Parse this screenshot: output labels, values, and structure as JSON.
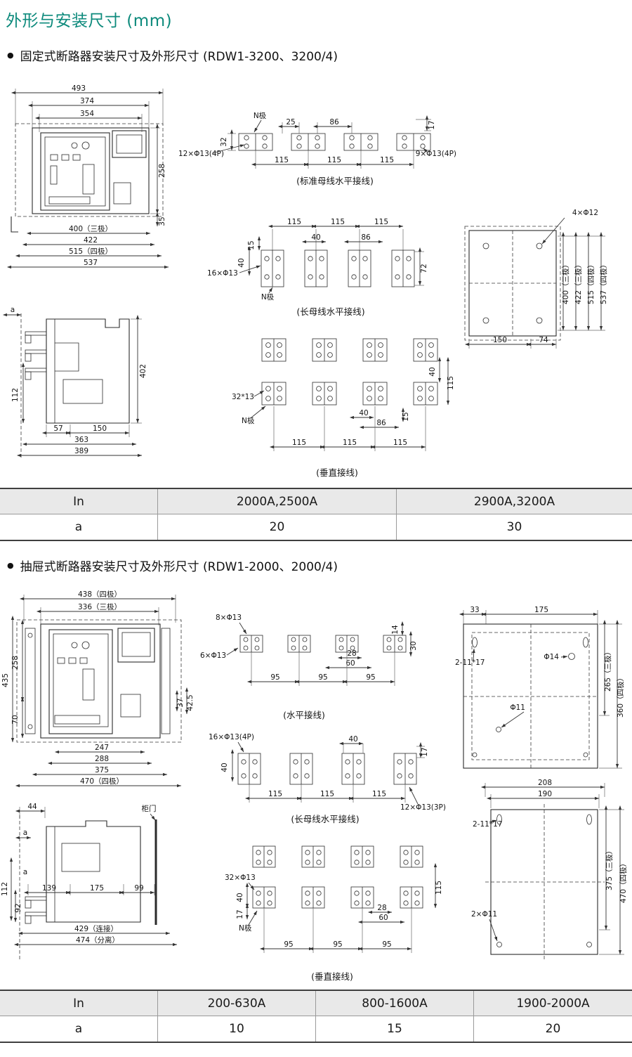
{
  "title": "外形与安装尺寸 (mm)",
  "bullet_glyph": "●",
  "sections": [
    {
      "bullet": "固定式断路器安装尺寸及外形尺寸 (RDW1-3200、3200/4)"
    },
    {
      "bullet": "抽屉式断路器安装尺寸及外形尺寸 (RDW1-2000、2000/4)"
    }
  ],
  "captions": {
    "std_horizontal": "(标准母线水平接线)",
    "long_horizontal": "(长母线水平接线)",
    "vertical": "(垂直接线)",
    "horizontal": "(水平接线)"
  },
  "dims": {
    "v493": "493",
    "v374": "374",
    "v354": "354",
    "v258": "258",
    "v400_3p": "400（三极）",
    "v422": "422",
    "v515_4p": "515（四极）",
    "v537": "537",
    "v35": "35",
    "npole": "N极",
    "v25": "25",
    "v86": "86",
    "v17": "17",
    "v32": "32",
    "h12f13_4p": "12×Φ13(4P)",
    "v115": "115",
    "h9f13_4p": "9×Φ13(4P)",
    "v40": "40",
    "v15": "15",
    "v72": "72",
    "h16f13": "16×Φ13",
    "h4f12": "4×Φ12",
    "v422_3p": "422（三极）",
    "v537_4p": "537（四极）",
    "v150": "150",
    "v74": "74",
    "va": "a",
    "v402": "402",
    "v112": "112",
    "v57": "57",
    "v363": "363",
    "v389": "389",
    "h32_13": "32*13",
    "v438_4p": "438（四极）",
    "v336_3p": "336（三极）",
    "v435": "435",
    "v70": "70",
    "v37": "37",
    "v42_5": "42.5",
    "v247": "247",
    "v288": "288",
    "v375": "375",
    "v470_4p": "470（四极）",
    "h8f13": "8×Φ13",
    "v14": "14",
    "v28": "28",
    "v30": "30",
    "h6f13": "6×Φ13",
    "v60": "60",
    "v95": "95",
    "v33": "33",
    "v175": "175",
    "h2_11_17": "2-11*17",
    "f14": "Φ14",
    "f11": "Φ11",
    "v265_3p": "265（三极）",
    "v360_4p": "360（四极）",
    "h16f13_4p": "16×Φ13(4P)",
    "h12f13_3p": "12×Φ13(3P)",
    "v208": "208",
    "v190": "190",
    "v375_3p": "375（三极）",
    "h2f11": "2×Φ11",
    "v44": "44",
    "door": "柜门",
    "v92": "92",
    "v139": "139",
    "v99": "99",
    "v429": "429（连接）",
    "v474": "474（分离）",
    "h32f13": "32×Φ13"
  },
  "table1": {
    "header": [
      "In",
      "2000A,2500A",
      "2900A,3200A"
    ],
    "row": [
      "a",
      "20",
      "30"
    ]
  },
  "table2": {
    "header": [
      "In",
      "200-630A",
      "800-1600A",
      "1900-2000A"
    ],
    "row": [
      "a",
      "10",
      "15",
      "20"
    ]
  }
}
